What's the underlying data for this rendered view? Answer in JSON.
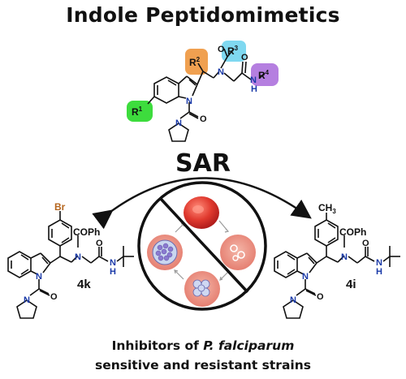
{
  "title": "Indole Peptidomimetics",
  "sar_label": "SAR",
  "caption": {
    "line1_prefix": "Inhibitors of ",
    "line1_italic": "P. falciparum",
    "line2": "sensitive and resistant strains"
  },
  "scaffold": {
    "r1": "R",
    "r1_sup": "1",
    "r2": "R",
    "r2_sup": "2",
    "r3": "R",
    "r3_sup": "3",
    "r4": "R",
    "r4_sup": "4",
    "n_ring": "N",
    "n_amine": "N",
    "n_amide": "N",
    "n_pyrrolidine": "N",
    "h_amide": "H",
    "o_acyl": "O",
    "o_amide": "O",
    "o_carbamoyl": "O",
    "colors": {
      "r1": "#3ddc3d",
      "r2": "#f0a050",
      "r3": "#7fd8f0",
      "r4": "#b57fe0",
      "heteroatom": "#1a3aa8"
    }
  },
  "compounds": [
    {
      "id": "4k",
      "substituent": "Br",
      "acyl": "COPh",
      "n_ring": "N",
      "n_amine": "N",
      "n_amide": "N",
      "n_pyrrolidine": "N",
      "h_amide": "H",
      "o_amide": "O",
      "o_carbamoyl": "O"
    },
    {
      "id": "4i",
      "substituent": "CH",
      "substituent_sub": "3",
      "acyl": "COPh",
      "n_ring": "N",
      "n_amine": "N",
      "n_amide": "N",
      "n_pyrrolidine": "N",
      "h_amide": "H",
      "o_amide": "O",
      "o_carbamoyl": "O"
    }
  ],
  "icons": [
    "curved-double-arrow-icon",
    "prohibition-sign-icon",
    "parasite-life-cycle-icon"
  ]
}
